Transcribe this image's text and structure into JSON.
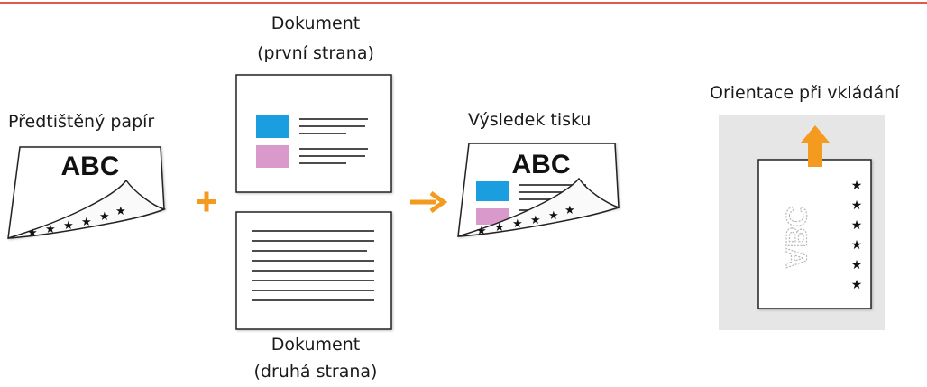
{
  "labels": {
    "doc_first_line1": "Dokument",
    "doc_first_line2": "(první strana)",
    "preprinted": "Předtištěný papír",
    "result": "Výsledek tisku",
    "orientation": "Orientace při vkládání",
    "doc_second_line1": "Dokument",
    "doc_second_line2": "(druhá strana)"
  },
  "paper_text": "ABC",
  "stars": "★",
  "icons": {
    "plus": "plus-icon",
    "arrow": "arrow-right-icon",
    "up": "arrow-up-icon"
  },
  "colors": {
    "accent": "#f39a1f",
    "blue": "#1a9ee0",
    "pink": "#d99acb",
    "panel": "#e6e6e6",
    "line": "#e2584c"
  }
}
